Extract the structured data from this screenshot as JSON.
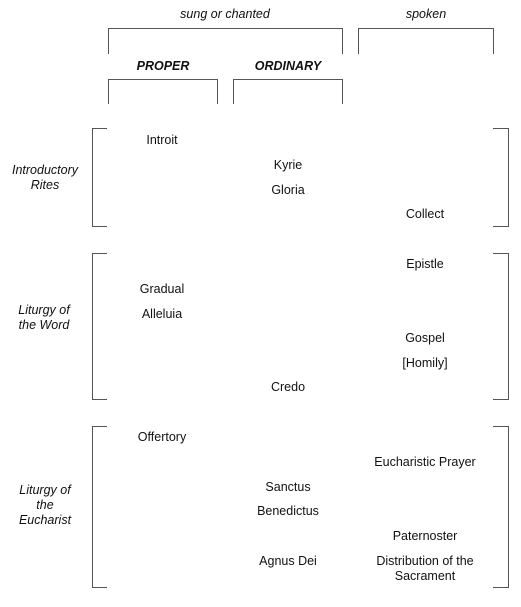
{
  "headers": {
    "sung": "sung or chanted",
    "spoken": "spoken",
    "proper": "PROPER",
    "ordinary": "ORDINARY"
  },
  "sections": {
    "introductory": "Introductory Rites",
    "word": "Liturgy of the Word",
    "eucharist": "Liturgy of the Eucharist"
  },
  "items": {
    "introit": "Introit",
    "kyrie": "Kyrie",
    "gloria": "Gloria",
    "collect": "Collect",
    "epistle": "Epistle",
    "gradual": "Gradual",
    "alleluia": "Alleluia",
    "gospel": "Gospel",
    "homily": "[Homily]",
    "credo": "Credo",
    "offertory": "Offertory",
    "eucharistic_prayer": "Eucharistic Prayer",
    "sanctus": "Sanctus",
    "benedictus": "Benedictus",
    "paternoster": "Paternoster",
    "agnus_dei": "Agnus Dei",
    "distribution": "Distribution of the Sacrament"
  },
  "colors": {
    "line": "#555555",
    "text": "#111111"
  }
}
